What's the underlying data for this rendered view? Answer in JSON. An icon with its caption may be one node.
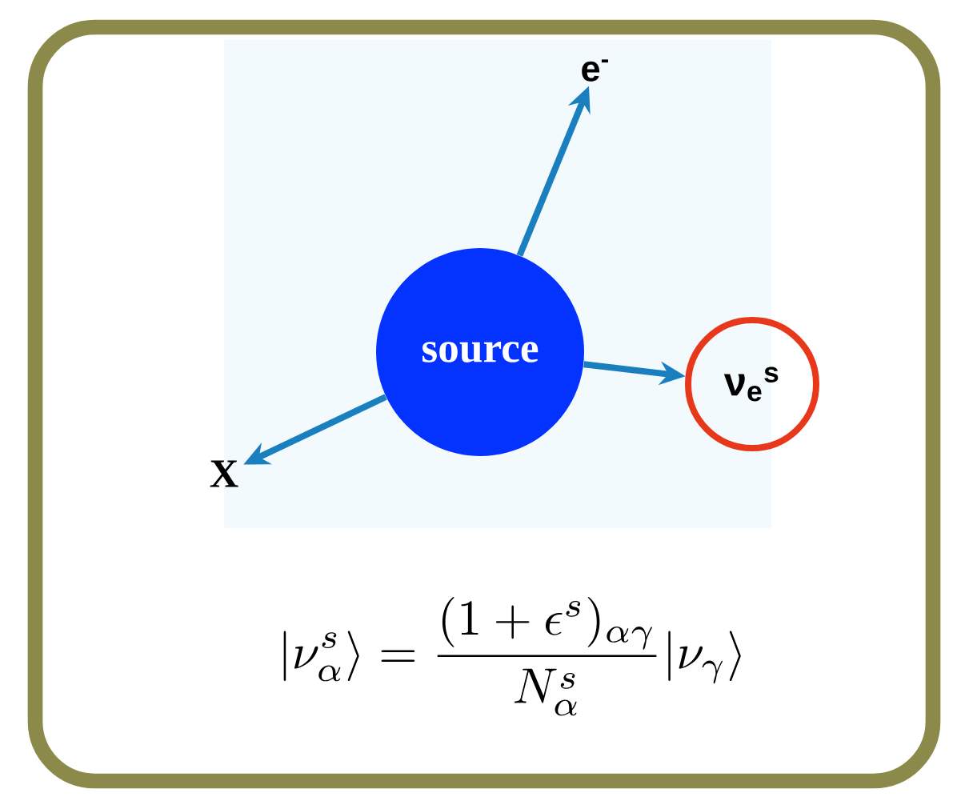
{
  "diagram": {
    "nodes": [
      {
        "text": [
          "source"
        ]
      },
      {
        "text": [
          "e$^{-}$"
        ]
      },
      {
        "text": [
          "X"
        ]
      },
      {
        "text": [
          "ν$_{e}$$^{s}$"
        ]
      }
    ],
    "edges": [
      {
        "from": 0,
        "to": 1,
        "arrow": "to"
      },
      {
        "from": 0,
        "to": 2,
        "arrow": "to"
      },
      {
        "from": 0,
        "to": 3,
        "arrow": "to"
      }
    ],
    "labels": [
      "|\\nu^s_\\alpha\\rangle = \\frac{(1+\\epsilon^s)_{\\alpha\\gamma}}{N^s_\\alpha}|\\nu_\\gamma\\rangle"
    ]
  }
}
